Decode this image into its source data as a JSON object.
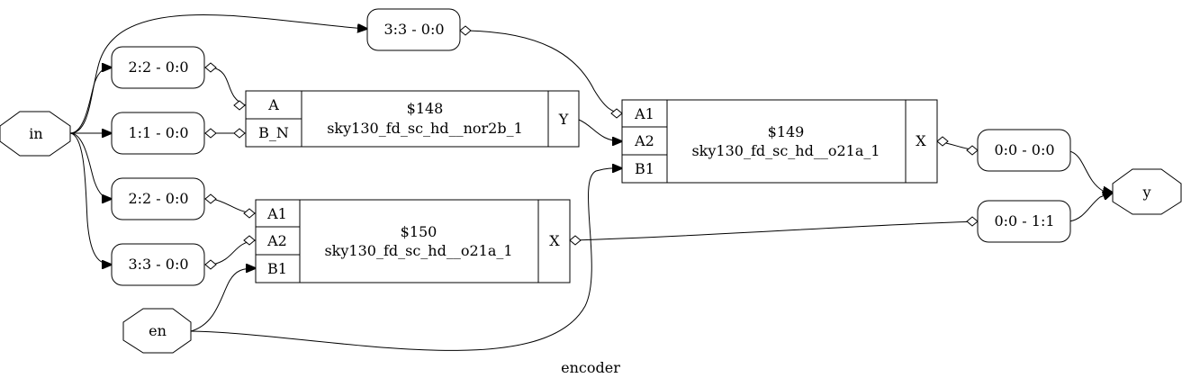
{
  "title": "encoder",
  "ports": {
    "in": "in",
    "en": "en",
    "y": "y"
  },
  "slices": {
    "s33_top": "3:3 - 0:0",
    "s22_a": "2:2 - 0:0",
    "s11": "1:1 - 0:0",
    "s22_b": "2:2 - 0:0",
    "s33_b": "3:3 - 0:0",
    "s00_out": "0:0 - 0:0",
    "s01_out": "0:0 - 1:1"
  },
  "cells": {
    "c148": {
      "id": "$148",
      "type": "sky130_fd_sc_hd__nor2b_1",
      "inputs": [
        "A",
        "B_N"
      ],
      "output": "Y"
    },
    "c149": {
      "id": "$149",
      "type": "sky130_fd_sc_hd__o21a_1",
      "inputs": [
        "A1",
        "A2",
        "B1"
      ],
      "output": "X"
    },
    "c150": {
      "id": "$150",
      "type": "sky130_fd_sc_hd__o21a_1",
      "inputs": [
        "A1",
        "A2",
        "B1"
      ],
      "output": "X"
    }
  }
}
